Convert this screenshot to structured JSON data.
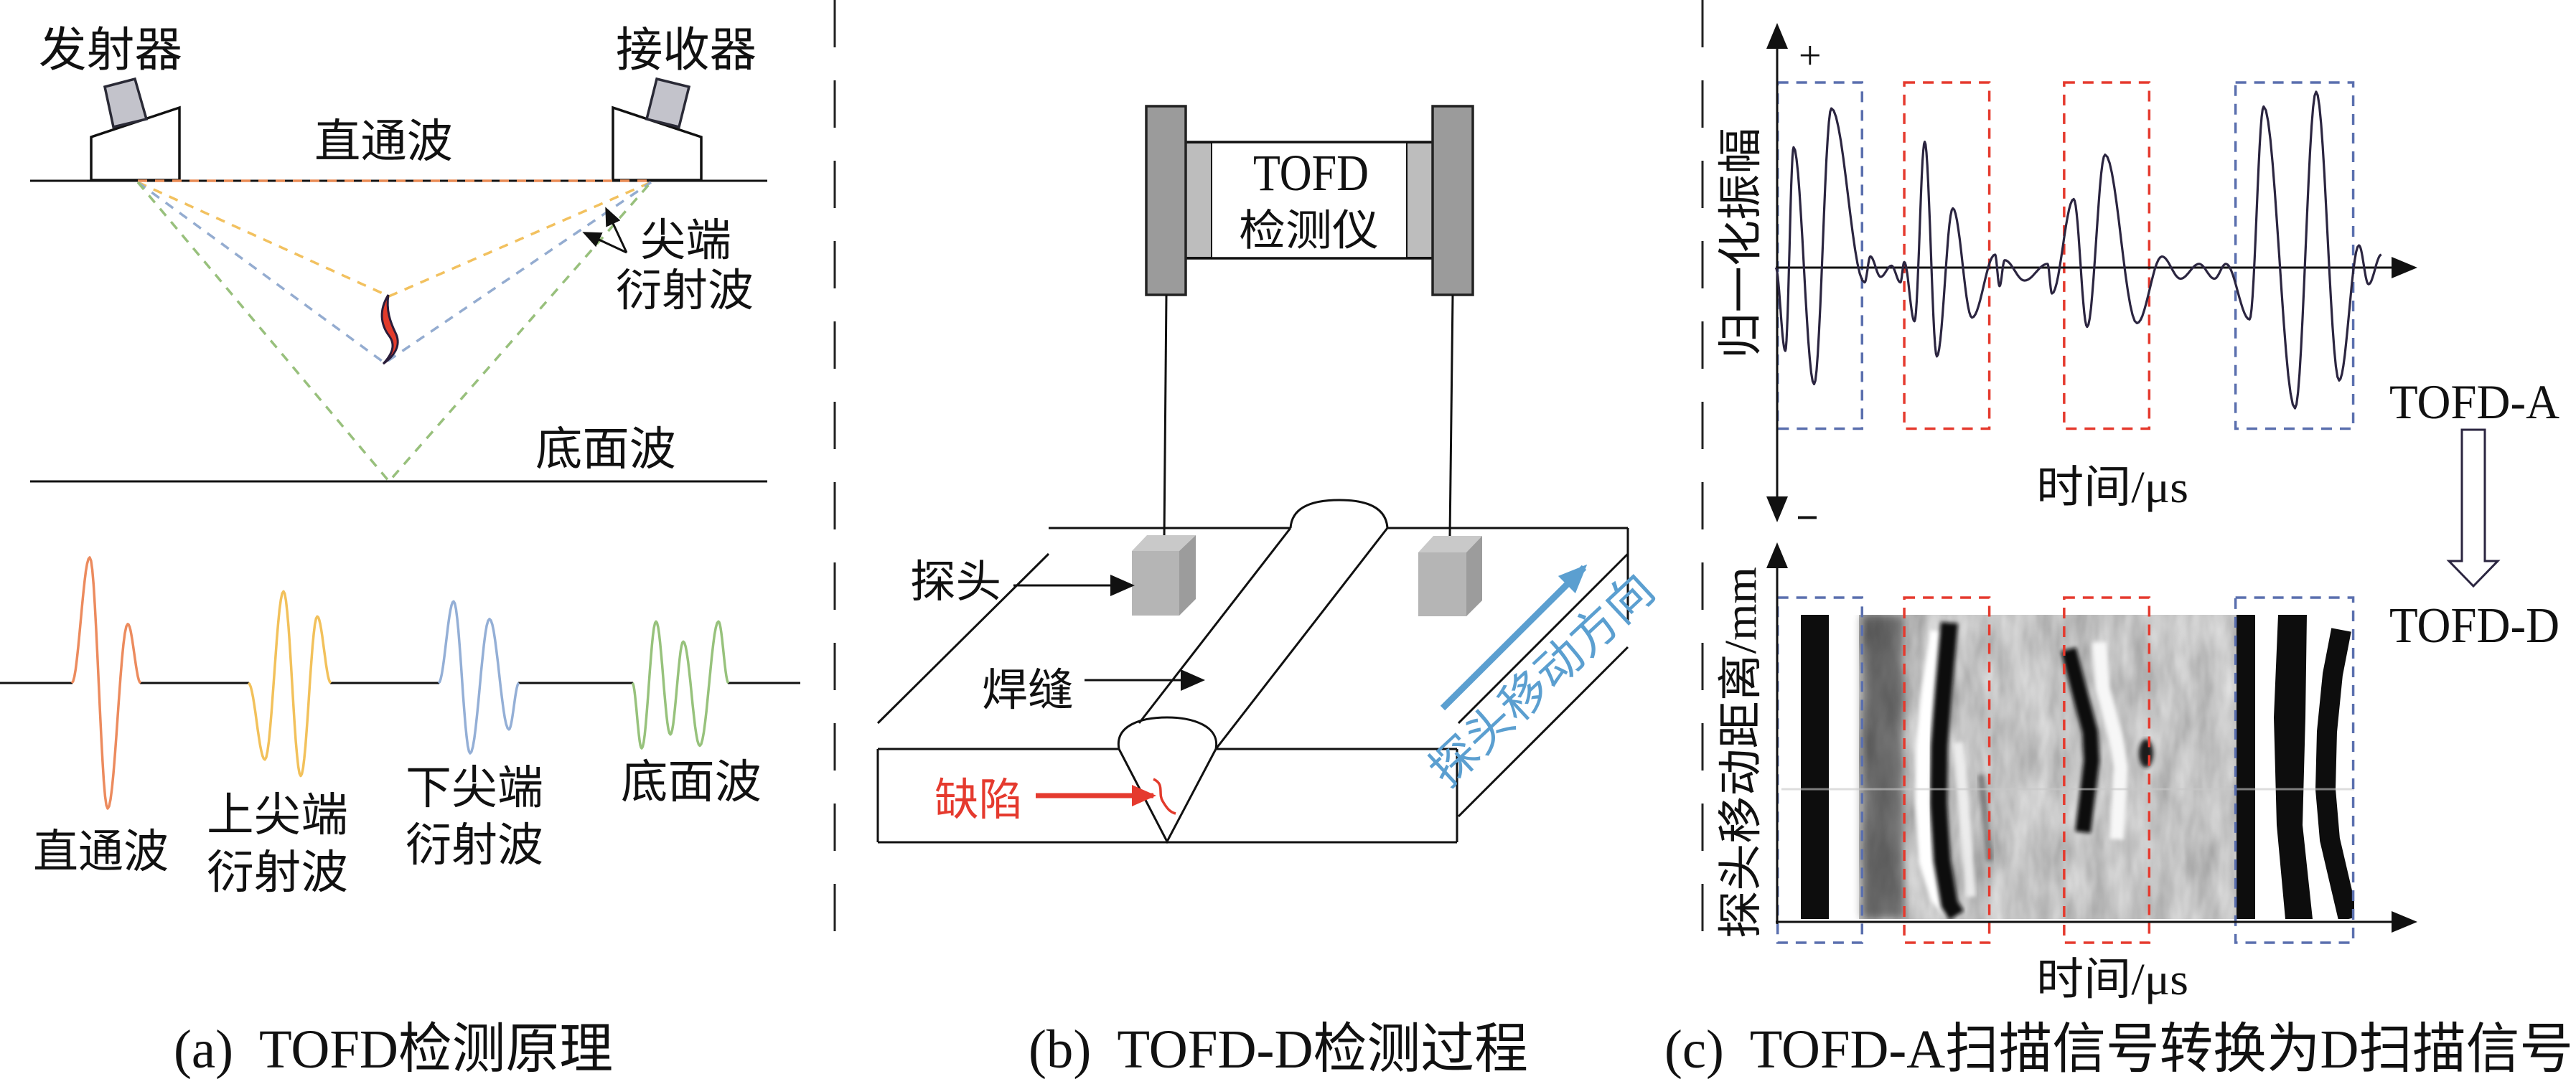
{
  "panel_a": {
    "transmitter_label": "发射器",
    "receiver_label": "接收器",
    "direct_wave_label": "直通波",
    "tip_diffraction_label": [
      "尖端",
      "衍射波"
    ],
    "back_wall_label": "底面波",
    "waveforms": [
      {
        "label": [
          "直通波"
        ],
        "color": "#ec8b5e",
        "amplitudes": [
          0,
          1.0,
          -1.0,
          0.47,
          0
        ]
      },
      {
        "label": [
          "上尖端",
          "衍射波"
        ],
        "color": "#f2c15b",
        "amplitudes": [
          0,
          -0.61,
          0.73,
          -0.74,
          0.53,
          0
        ]
      },
      {
        "label": [
          "下尖端",
          "衍射波"
        ],
        "color": "#94afd6",
        "amplitudes": [
          0,
          0.65,
          -0.56,
          0.51,
          -0.37,
          0
        ]
      },
      {
        "label": [
          "底面波"
        ],
        "color": "#97c27c",
        "amplitudes": [
          0,
          -0.52,
          0.49,
          -0.41,
          0.33,
          -0.5,
          0.49,
          0
        ]
      }
    ],
    "caption": "(a)  TOFD检测原理"
  },
  "panel_b": {
    "instrument_label": [
      "TOFD",
      "检测仪"
    ],
    "probe_label": "探头",
    "weld_label": "焊缝",
    "defect_label": "缺陷",
    "scan_direction_label": "探头移动方向",
    "caption": "(b)  TOFD-D检测过程"
  },
  "panel_c": {
    "amplitude_signs": {
      "plus": "+",
      "minus": "−"
    },
    "caption": "(c)  TOFD-A扫描信号转换为D扫描信号"
  },
  "colors": {
    "ray_direct": "#e98b55",
    "ray_upper_tip": "#f2c15f",
    "ray_lower_tip": "#94acd0",
    "ray_back_wall": "#98c07c",
    "defect": "#e23a2b",
    "scan_arrow": "#5b9fd0",
    "box_blue": "#5a6fae",
    "box_red": "#e53a2e",
    "signal": "#2b2540",
    "instrument_bar": "#9b9b9b",
    "instrument_inner": "#bdbdbd",
    "probe": "#b5b5b5"
  },
  "chart_data": [
    {
      "type": "line",
      "title": "TOFD-A",
      "xlabel": "时间/μs",
      "ylabel": "归一化振幅",
      "xlim": [
        0,
        100
      ],
      "ylim": [
        -1.37,
        1.31
      ],
      "grid": false,
      "x": [
        0,
        1.5,
        2.8,
        6.0,
        8.7,
        13.9,
        14.8,
        16.4,
        18.1,
        19.5,
        20.1,
        21.7,
        23.3,
        25.2,
        27.7,
        30.7,
        34.3,
        35.0,
        35.8,
        38.9,
        42.5,
        43.2,
        46.6,
        48.7,
        51.5,
        56.5,
        60.4,
        63.3,
        66.2,
        68.6,
        70.4,
        74.1,
        76.3,
        81.2,
        84.5,
        88.1,
        91.2,
        92.7,
        94.7
      ],
      "series": [
        {
          "values": [
            0,
            -0.45,
            0.65,
            -0.63,
            0.86,
            -0.08,
            0.06,
            -0.05,
            0.01,
            -0.08,
            0.03,
            -0.29,
            0.68,
            -0.48,
            0.32,
            -0.27,
            0.07,
            -0.1,
            0.04,
            -0.07,
            0.02,
            -0.14,
            0.37,
            -0.32,
            0.61,
            -0.3,
            0.06,
            -0.06,
            0.02,
            -0.06,
            0.02,
            -0.28,
            0.87,
            -0.76,
            0.95,
            -0.61,
            0.12,
            -0.09,
            0.07
          ]
        }
      ],
      "regions": [
        {
          "x": [
            0.3,
            13.5
          ],
          "y": [
            -0.87,
            1.0
          ],
          "color": "#5a6fae"
        },
        {
          "x": [
            20.1,
            33.4
          ],
          "y": [
            -0.87,
            1.0
          ],
          "color": "#e53a2e"
        },
        {
          "x": [
            45.1,
            58.4
          ],
          "y": [
            -0.87,
            1.0
          ],
          "color": "#e53a2e"
        },
        {
          "x": [
            71.9,
            90.3
          ],
          "y": [
            -0.87,
            1.0
          ],
          "color": "#5a6fae"
        }
      ]
    },
    {
      "type": "heatmap",
      "title": "TOFD-D",
      "xlabel": "时间/μs",
      "ylabel": "探头移动距离/mm",
      "xlim": [
        0,
        100
      ],
      "image_x_range": [
        0.9,
        90.5
      ],
      "regions": [
        {
          "x": [
            0.3,
            13.5
          ],
          "color": "#5a6fae"
        },
        {
          "x": [
            20.1,
            33.4
          ],
          "color": "#e53a2e"
        },
        {
          "x": [
            45.1,
            58.4
          ],
          "color": "#e53a2e"
        },
        {
          "x": [
            71.9,
            90.3
          ],
          "color": "#5a6fae"
        }
      ]
    }
  ]
}
